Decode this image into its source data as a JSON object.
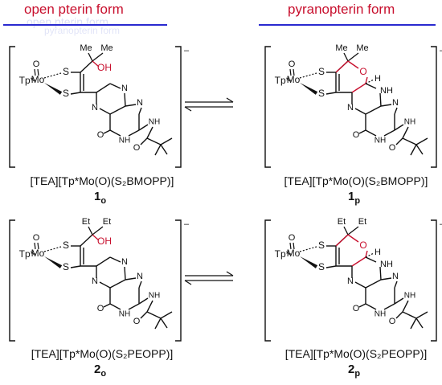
{
  "header": {
    "left_title": "open pterin form",
    "right_title": "pyranopterin form",
    "ghost_left": "open pterin form",
    "ghost_right": "pyranopterin form"
  },
  "atoms": {
    "tp": "Tp*",
    "mo": "Mo",
    "o": "O",
    "s": "S",
    "n": "N",
    "nh": "NH",
    "h": "H",
    "oh": "OH",
    "me": "Me",
    "et": "Et",
    "bracket_charge": "–"
  },
  "compounds": [
    {
      "id": "1o",
      "caption": "[TEA][Tp*Mo(O)(S₂BMOPP)]",
      "label_main": "1",
      "label_sub": "o"
    },
    {
      "id": "1p",
      "caption": "[TEA][Tp*Mo(O)(S₂BMOPP)]",
      "label_main": "1",
      "label_sub": "p"
    },
    {
      "id": "2o",
      "caption": "[TEA][Tp*Mo(O)(S₂PEOPP)]",
      "label_main": "2",
      "label_sub": "o"
    },
    {
      "id": "2p",
      "caption": "[TEA][Tp*Mo(O)(S₂PEOPP)]",
      "label_main": "2",
      "label_sub": "p"
    }
  ],
  "colors": {
    "red": "#c8102e",
    "blue": "#2a2ad0",
    "black": "#111111"
  }
}
